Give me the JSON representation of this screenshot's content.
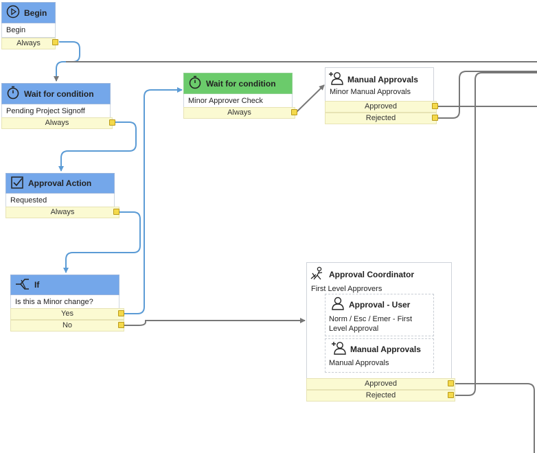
{
  "nodes": {
    "begin": {
      "title": "Begin",
      "body": "Begin",
      "branches": [
        "Always"
      ],
      "icon": "play-circle-icon"
    },
    "wait_pending": {
      "title": "Wait for condition",
      "body": "Pending Project Signoff",
      "branches": [
        "Always"
      ],
      "icon": "stopwatch-icon"
    },
    "approval_action": {
      "title": "Approval Action",
      "body": "Requested",
      "branches": [
        "Always"
      ],
      "icon": "checkbox-icon"
    },
    "if_minor": {
      "title": "If",
      "body": "Is this a Minor change?",
      "branches": [
        "Yes",
        "No"
      ],
      "icon": "branch-icon"
    },
    "wait_minor": {
      "title": "Wait for condition",
      "body": "Minor Approver Check",
      "branches": [
        "Always"
      ],
      "icon": "stopwatch-icon"
    },
    "manual_approvals": {
      "title": "Manual Approvals",
      "body": "Minor Manual Approvals",
      "branches": [
        "Approved",
        "Rejected"
      ],
      "icon": "add-user-icon"
    },
    "approval_coordinator": {
      "title": "Approval Coordinator",
      "body": "First Level Approvers",
      "icon": "coordinator-icon",
      "children": [
        {
          "title": "Approval - User",
          "body": "Norm / Esc / Emer - First Level Approval",
          "icon": "user-icon"
        },
        {
          "title": "Manual Approvals",
          "body": "Manual Approvals",
          "icon": "add-user-icon"
        }
      ],
      "branches": [
        "Approved",
        "Rejected"
      ]
    }
  },
  "colors": {
    "header_blue": "#74a7ea",
    "header_green": "#6bcb6b",
    "branch_bg": "#fbfad2",
    "port": "#f4d94b",
    "wire_blue": "#5b9bd5",
    "wire_gray": "#777777"
  }
}
